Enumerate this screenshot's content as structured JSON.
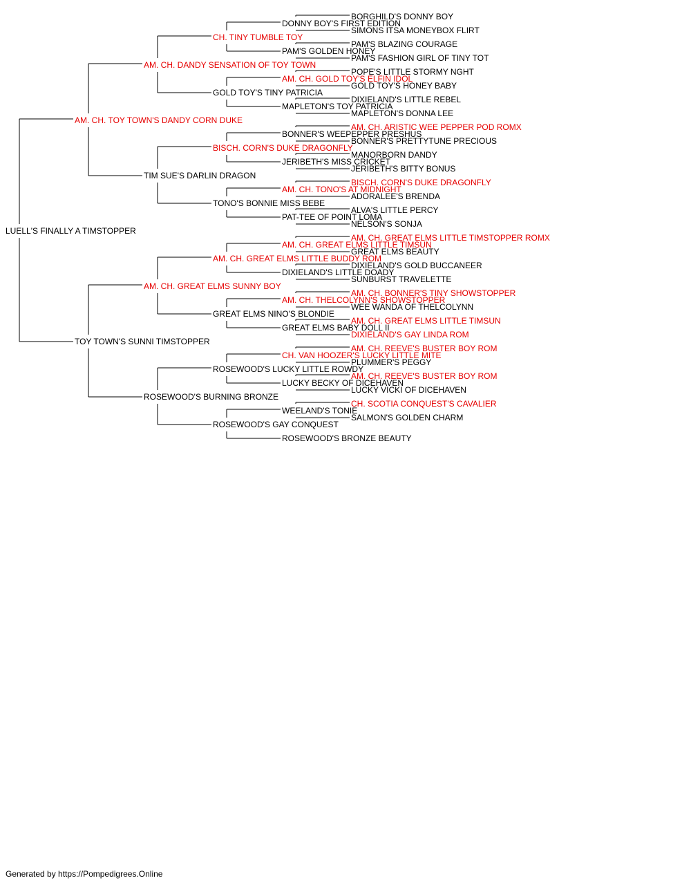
{
  "colors": {
    "champion": "#e60000",
    "normal": "#000000",
    "line": "#000000"
  },
  "footer": "Generated by https://Pompedigrees.Online",
  "pedigree": {
    "name": "LUELL'S FINALLY A TIMSTOPPER",
    "champion": false,
    "sire": {
      "name": "AM. CH. TOY TOWN'S DANDY CORN DUKE",
      "champion": true,
      "sire": {
        "name": "AM. CH. DANDY SENSATION OF TOY TOWN",
        "champion": true,
        "sire": {
          "name": "CH. TINY TUMBLE TOY",
          "champion": true,
          "sire": {
            "name": "DONNY BOY'S FIRST EDITION",
            "champion": false,
            "sire": {
              "name": "BORGHILD'S DONNY BOY",
              "champion": false
            },
            "dam": {
              "name": "SIMONS ITSA MONEYBOX FLIRT",
              "champion": false
            }
          },
          "dam": {
            "name": "PAM'S GOLDEN HONEY",
            "champion": false,
            "sire": {
              "name": "PAM'S BLAZING COURAGE",
              "champion": false
            },
            "dam": {
              "name": "PAM'S FASHION GIRL OF TINY TOT",
              "champion": false
            }
          }
        },
        "dam": {
          "name": "GOLD TOY'S TINY PATRICIA",
          "champion": false,
          "sire": {
            "name": "AM. CH. GOLD TOY'S ELFIN IDOL",
            "champion": true,
            "sire": {
              "name": "POPE'S LITTLE STORMY NGHT",
              "champion": false
            },
            "dam": {
              "name": "GOLD TOY'S HONEY BABY",
              "champion": false
            }
          },
          "dam": {
            "name": "MAPLETON'S TOY PATRICIA",
            "champion": false,
            "sire": {
              "name": "DIXIELAND'S LITTLE REBEL",
              "champion": false
            },
            "dam": {
              "name": "MAPLETON'S DONNA LEE",
              "champion": false
            }
          }
        }
      },
      "dam": {
        "name": "TIM SUE'S DARLIN DRAGON",
        "champion": false,
        "sire": {
          "name": "BISCH. CORN'S DUKE DRAGONFLY",
          "champion": true,
          "sire": {
            "name": "BONNER'S WEEPEPPER PRESHUS",
            "champion": false,
            "sire": {
              "name": "AM. CH. ARISTIC WEE PEPPER POD ROMX",
              "champion": true
            },
            "dam": {
              "name": "BONNER'S PRETTYTUNE PRECIOUS",
              "champion": false
            }
          },
          "dam": {
            "name": "JERIBETH'S MISS CRICKET",
            "champion": false,
            "sire": {
              "name": "MANORBORN DANDY",
              "champion": false
            },
            "dam": {
              "name": "JERIBETH'S BITTY BONUS",
              "champion": false
            }
          }
        },
        "dam": {
          "name": "TONO'S BONNIE MISS BEBE",
          "champion": false,
          "sire": {
            "name": "AM. CH. TONO'S AT MIDNIGHT",
            "champion": true,
            "sire": {
              "name": "BISCH. CORN'S DUKE DRAGONFLY",
              "champion": true
            },
            "dam": {
              "name": "ADORALEE'S BRENDA",
              "champion": false
            }
          },
          "dam": {
            "name": "PAT-TEE OF POINT LOMA",
            "champion": false,
            "sire": {
              "name": "ALVA'S LITTLE PERCY",
              "champion": false
            },
            "dam": {
              "name": "NELSON'S SONJA",
              "champion": false
            }
          }
        }
      }
    },
    "dam": {
      "name": "TOY TOWN'S SUNNI TIMSTOPPER",
      "champion": false,
      "sire": {
        "name": "AM. CH. GREAT ELMS SUNNY BOY",
        "champion": true,
        "sire": {
          "name": "AM. CH. GREAT ELMS LITTLE BUDDY ROM",
          "champion": true,
          "sire": {
            "name": "AM. CH. GREAT ELMS LITTLE TIMSUN",
            "champion": true,
            "sire": {
              "name": "AM. CH. GREAT ELMS LITTLE TIMSTOPPER ROMX",
              "champion": true
            },
            "dam": {
              "name": "GREAT ELMS BEAUTY",
              "champion": false
            }
          },
          "dam": {
            "name": "DIXIELAND'S LITTLE DOADY",
            "champion": false,
            "sire": {
              "name": "DIXIELAND'S GOLD BUCCANEER",
              "champion": false
            },
            "dam": {
              "name": "SUNBURST TRAVELETTE",
              "champion": false
            }
          }
        },
        "dam": {
          "name": "GREAT ELMS NINO'S BLONDIE",
          "champion": false,
          "sire": {
            "name": "AM. CH. THELCOLYNN'S SHOWSTOPPER",
            "champion": true,
            "sire": {
              "name": "AM. CH. BONNER'S TINY SHOWSTOPPER",
              "champion": true
            },
            "dam": {
              "name": "WEE WANDA OF THELCOLYNN",
              "champion": false
            }
          },
          "dam": {
            "name": "GREAT ELMS BABY DOLL II",
            "champion": false,
            "sire": {
              "name": "AM. CH. GREAT ELMS LITTLE TIMSUN",
              "champion": true
            },
            "dam": {
              "name": "DIXIELAND'S GAY LINDA ROM",
              "champion": true
            }
          }
        }
      },
      "dam": {
        "name": "ROSEWOOD'S BURNING BRONZE",
        "champion": false,
        "sire": {
          "name": "ROSEWOOD'S LUCKY LITTLE ROWDY",
          "champion": false,
          "sire": {
            "name": "CH. VAN HOOZER'S LUCKY LITTLE MITE",
            "champion": true,
            "sire": {
              "name": "AM. CH. REEVE'S BUSTER BOY ROM",
              "champion": true
            },
            "dam": {
              "name": "PLUMMER'S PEGGY",
              "champion": false
            }
          },
          "dam": {
            "name": "LUCKY BECKY OF DICEHAVEN",
            "champion": false,
            "sire": {
              "name": "AM. CH. REEVE'S BUSTER BOY ROM",
              "champion": true
            },
            "dam": {
              "name": "LUCKY VICKI OF DICEHAVEN",
              "champion": false
            }
          }
        },
        "dam": {
          "name": "ROSEWOOD'S GAY CONQUEST",
          "champion": false,
          "sire": {
            "name": "WEELAND'S TONIE",
            "champion": false,
            "sire": {
              "name": "CH. SCOTIA CONQUEST'S CAVALIER",
              "champion": true
            },
            "dam": {
              "name": "SALMON'S GOLDEN CHARM",
              "champion": false
            }
          },
          "dam": {
            "name": "ROSEWOOD'S BRONZE BEAUTY",
            "champion": false
          }
        }
      }
    }
  }
}
